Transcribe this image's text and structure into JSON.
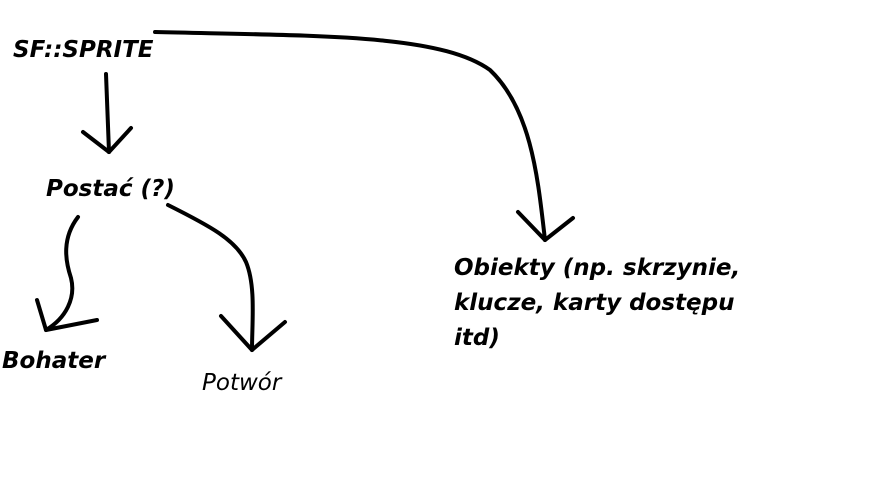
{
  "nodes": {
    "root": "SF::SPRITE",
    "postac": "Postać (?)",
    "bohater": "Bohater",
    "potwor": "Potwór",
    "obiekty_line1": "Obiekty (np. skrzynie,",
    "obiekty_line2": "klucze, karty dostępu",
    "obiekty_line3": "itd)"
  },
  "colors": {
    "ink": "#000000",
    "background": "#ffffff"
  }
}
